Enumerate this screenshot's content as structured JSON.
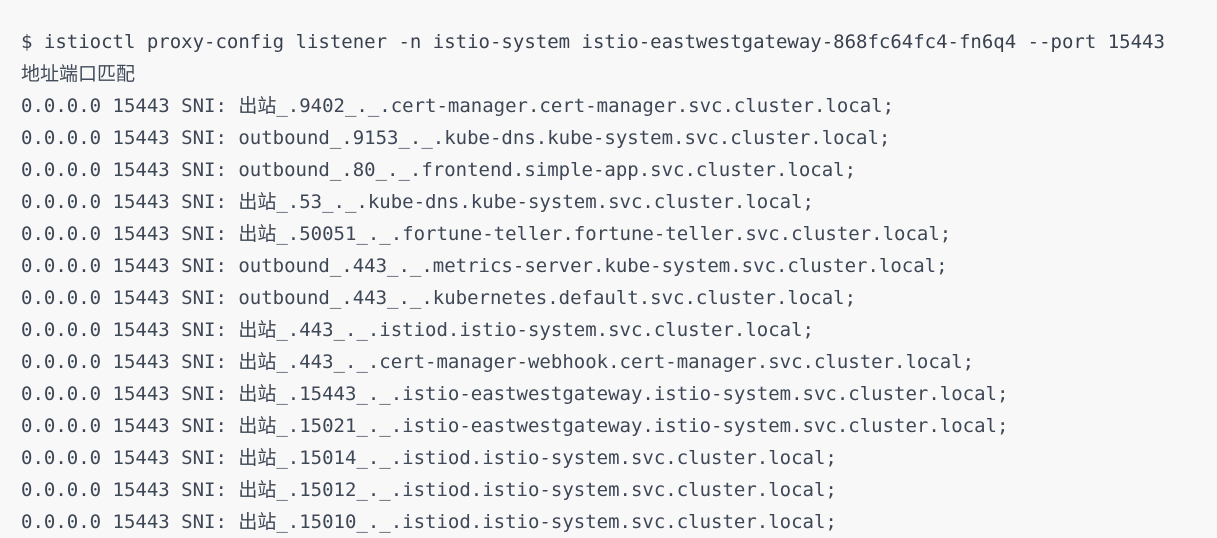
{
  "terminal": {
    "command": "$ istioctl proxy-config listener -n istio-system istio-eastwestgateway-868fc64fc4-fn6q4 --port 15443",
    "header": "地址端口匹配",
    "output_lines": [
      "0.0.0.0 15443 SNI: 出站_.9402_._.cert-manager.cert-manager.svc.cluster.local;",
      "0.0.0.0 15443 SNI: outbound_.9153_._.kube-dns.kube-system.svc.cluster.local;",
      "0.0.0.0 15443 SNI: outbound_.80_._.frontend.simple-app.svc.cluster.local;",
      "0.0.0.0 15443 SNI: 出站_.53_._.kube-dns.kube-system.svc.cluster.local;",
      "0.0.0.0 15443 SNI: 出站_.50051_._.fortune-teller.fortune-teller.svc.cluster.local;",
      "0.0.0.0 15443 SNI: outbound_.443_._.metrics-server.kube-system.svc.cluster.local;",
      "0.0.0.0 15443 SNI: outbound_.443_._.kubernetes.default.svc.cluster.local;",
      "0.0.0.0 15443 SNI: 出站_.443_._.istiod.istio-system.svc.cluster.local;",
      "0.0.0.0 15443 SNI: 出站_.443_._.cert-manager-webhook.cert-manager.svc.cluster.local;",
      "0.0.0.0 15443 SNI: 出站_.15443_._.istio-eastwestgateway.istio-system.svc.cluster.local;",
      "0.0.0.0 15443 SNI: 出站_.15021_._.istio-eastwestgateway.istio-system.svc.cluster.local;",
      "0.0.0.0 15443 SNI: 出站_.15014_._.istiod.istio-system.svc.cluster.local;",
      "0.0.0.0 15443 SNI: 出站_.15012_._.istiod.istio-system.svc.cluster.local;",
      "0.0.0.0 15443 SNI: 出站_.15010_._.istiod.istio-system.svc.cluster.local;"
    ],
    "colors": {
      "background": "#f8f8f8",
      "text": "#3e4756"
    }
  }
}
